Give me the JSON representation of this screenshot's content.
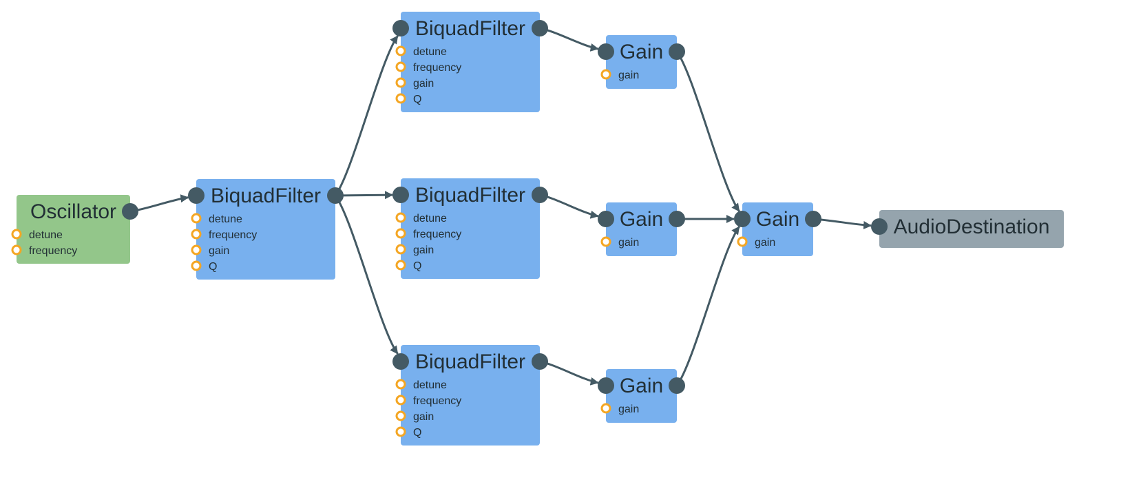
{
  "colors": {
    "source": "#93c68a",
    "processor": "#78b0ee",
    "destination": "#95a4ad",
    "edge": "#445a64",
    "port": "#445a64",
    "param_ring": "#f4a623",
    "text": "#222f35"
  },
  "nodes": [
    {
      "id": "osc",
      "kind": "source",
      "title": "Oscillator",
      "params": [
        "detune",
        "frequency"
      ],
      "has_input": false,
      "has_output": true
    },
    {
      "id": "bq0",
      "kind": "processor",
      "title": "BiquadFilter",
      "params": [
        "detune",
        "frequency",
        "gain",
        "Q"
      ],
      "has_input": true,
      "has_output": true
    },
    {
      "id": "bq1",
      "kind": "processor",
      "title": "BiquadFilter",
      "params": [
        "detune",
        "frequency",
        "gain",
        "Q"
      ],
      "has_input": true,
      "has_output": true
    },
    {
      "id": "bq2",
      "kind": "processor",
      "title": "BiquadFilter",
      "params": [
        "detune",
        "frequency",
        "gain",
        "Q"
      ],
      "has_input": true,
      "has_output": true
    },
    {
      "id": "bq3",
      "kind": "processor",
      "title": "BiquadFilter",
      "params": [
        "detune",
        "frequency",
        "gain",
        "Q"
      ],
      "has_input": true,
      "has_output": true
    },
    {
      "id": "g1",
      "kind": "processor",
      "title": "Gain",
      "params": [
        "gain"
      ],
      "has_input": true,
      "has_output": true
    },
    {
      "id": "g2",
      "kind": "processor",
      "title": "Gain",
      "params": [
        "gain"
      ],
      "has_input": true,
      "has_output": true
    },
    {
      "id": "g3",
      "kind": "processor",
      "title": "Gain",
      "params": [
        "gain"
      ],
      "has_input": true,
      "has_output": true
    },
    {
      "id": "gm",
      "kind": "processor",
      "title": "Gain",
      "params": [
        "gain"
      ],
      "has_input": true,
      "has_output": true
    },
    {
      "id": "dest",
      "kind": "destination",
      "title": "AudioDestination",
      "params": [],
      "has_input": true,
      "has_output": false
    }
  ],
  "edges": [
    {
      "from": "osc",
      "to": "bq0"
    },
    {
      "from": "bq0",
      "to": "bq1"
    },
    {
      "from": "bq0",
      "to": "bq2"
    },
    {
      "from": "bq0",
      "to": "bq3"
    },
    {
      "from": "bq1",
      "to": "g1"
    },
    {
      "from": "bq2",
      "to": "g2"
    },
    {
      "from": "bq3",
      "to": "g3"
    },
    {
      "from": "g1",
      "to": "gm"
    },
    {
      "from": "g2",
      "to": "gm"
    },
    {
      "from": "g3",
      "to": "gm"
    },
    {
      "from": "gm",
      "to": "dest"
    }
  ]
}
